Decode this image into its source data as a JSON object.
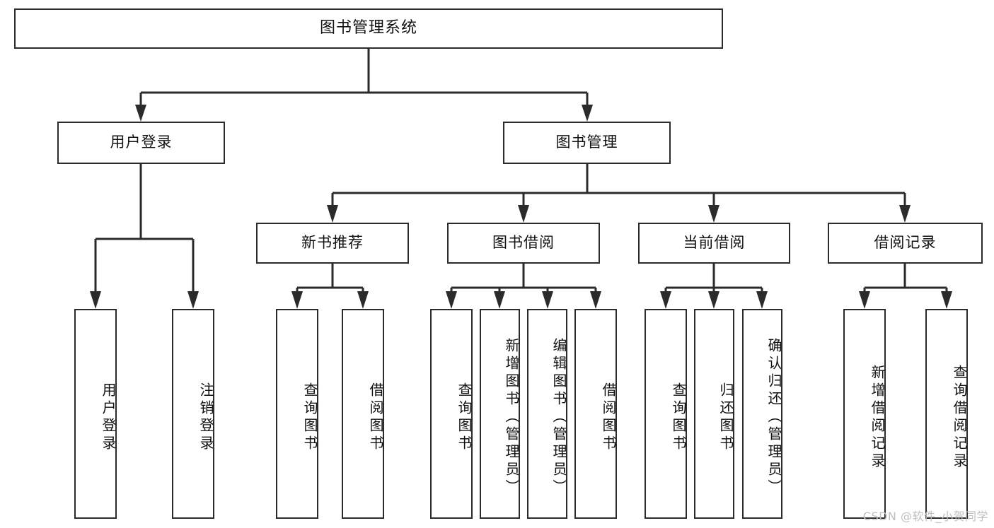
{
  "diagram": {
    "title": "图书管理系统",
    "type": "tree-hierarchy",
    "watermark": "CSDN @软件_小贺同学",
    "colors": {
      "stroke": "#2b2b2b",
      "fill": "#ffffff",
      "text": "#111111",
      "watermark": "#bfbfbf"
    },
    "root": {
      "label": "图书管理系统"
    },
    "level2": [
      {
        "label": "用户登录"
      },
      {
        "label": "图书管理"
      }
    ],
    "level3": [
      {
        "label": "新书推荐"
      },
      {
        "label": "图书借阅"
      },
      {
        "label": "当前借阅"
      },
      {
        "label": "借阅记录"
      }
    ],
    "leaves": {
      "user_login": [
        {
          "label": "用户登录"
        },
        {
          "label": "注销登录"
        }
      ],
      "new_book_recommend": [
        {
          "label": "查询图书"
        },
        {
          "label": "借阅图书"
        }
      ],
      "book_borrow": [
        {
          "label": "查询图书"
        },
        {
          "label": "新增图书（管理员）"
        },
        {
          "label": "编辑图书（管理员）"
        },
        {
          "label": "借阅图书"
        }
      ],
      "current_borrow": [
        {
          "label": "查询图书"
        },
        {
          "label": "归还图书"
        },
        {
          "label": "确认归还（管理员）"
        }
      ],
      "borrow_record": [
        {
          "label": "新增借阅记录"
        },
        {
          "label": "查询借阅记录"
        }
      ]
    }
  }
}
